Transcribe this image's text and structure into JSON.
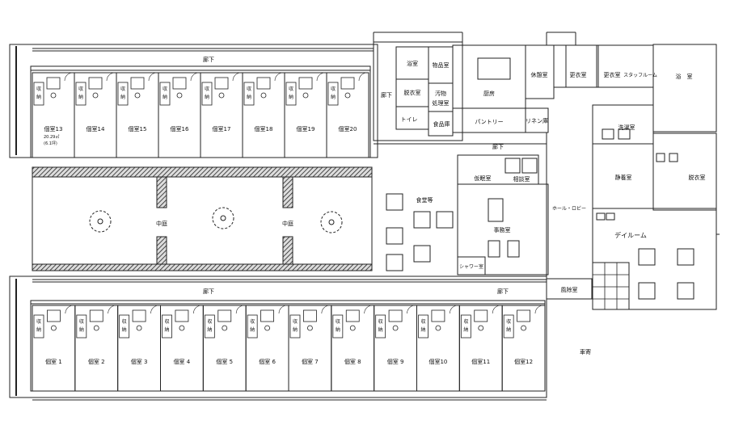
{
  "plan": {
    "corridors": {
      "north": "廊下",
      "south_west": "廊下",
      "south_east": "廊下",
      "center": "廊下",
      "east": "廊下"
    },
    "courtyards": [
      "中庭",
      "中庭"
    ],
    "north_rooms": [
      {
        "room": "個室13",
        "storage": "収納",
        "area_line1": "20.29㎡",
        "area_line2": "(6.1坪)"
      },
      {
        "room": "個室14",
        "storage": "収納"
      },
      {
        "room": "個室15",
        "storage": "収納"
      },
      {
        "room": "個室16",
        "storage": "収納"
      },
      {
        "room": "個室17",
        "storage": "収納"
      },
      {
        "room": "個室18",
        "storage": "収納"
      },
      {
        "room": "個室19",
        "storage": "収納"
      },
      {
        "room": "個室20",
        "storage": "収納"
      }
    ],
    "south_rooms": [
      {
        "room": "個室 1",
        "storage": "収納"
      },
      {
        "room": "個室 2",
        "storage": "収納"
      },
      {
        "room": "個室 3",
        "storage": "収納"
      },
      {
        "room": "個室 4",
        "storage": "収納"
      },
      {
        "room": "個室 5",
        "storage": "収納"
      },
      {
        "room": "個室 6",
        "storage": "収納"
      },
      {
        "room": "個室 7",
        "storage": "収納"
      },
      {
        "room": "個室 8",
        "storage": "収納"
      },
      {
        "room": "個室 9",
        "storage": "収納"
      },
      {
        "room": "個室10",
        "storage": "収納"
      },
      {
        "room": "個室11",
        "storage": "収納"
      },
      {
        "room": "個室12",
        "storage": "収納"
      }
    ],
    "service": {
      "bath_small": "浴室",
      "undress_small": "脱衣室",
      "toilet": "トイレ",
      "goods_room": "物品室",
      "sewage_line1": "汚物",
      "sewage_line2": "処理室",
      "pantry_store": "食品庫",
      "pantry": "パントリー",
      "kitchen": "厨房",
      "linen": "リネン庫",
      "rest_room": "休憩室",
      "locker_a": "更衣室",
      "locker_b": "更衣室",
      "staff_room": "スタッフルーム",
      "bath_large": "浴　室",
      "laundry": "洗濯室",
      "dining": "食堂等",
      "nap_room": "仮眠室",
      "consult_room": "相談室",
      "office": "事務室",
      "shower_room": "シャワー室",
      "hall_lobby": "ホール・ロビー",
      "quiet_room": "静養室",
      "undress_large": "脱衣室",
      "day_room": "デイルーム",
      "windbreak": "風除室",
      "carport": "車寄"
    }
  }
}
